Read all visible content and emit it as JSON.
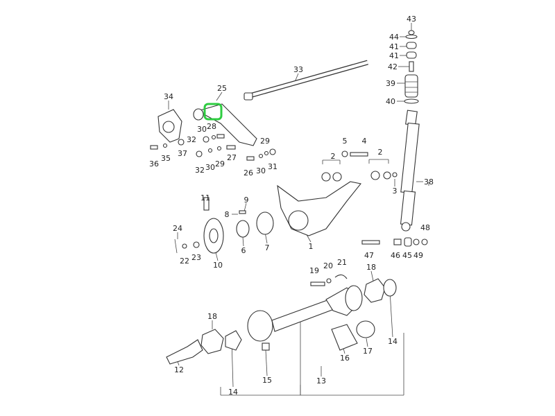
{
  "diagram": {
    "title": "Rear suspension and drive shaft exploded parts diagram",
    "highlight_color": "#2ecc40",
    "callouts": [
      "43",
      "44",
      "41",
      "41",
      "42",
      "39",
      "40",
      "33",
      "25",
      "34",
      "28",
      "30",
      "32",
      "29",
      "36",
      "35",
      "37",
      "32",
      "30",
      "29",
      "27",
      "26",
      "30",
      "31",
      "5",
      "4",
      "2",
      "2",
      "3",
      "38",
      "11",
      "9",
      "8",
      "24",
      "22",
      "23",
      "10",
      "6",
      "7",
      "1",
      "47",
      "46",
      "45",
      "49",
      "48",
      "19",
      "20",
      "21",
      "18",
      "18",
      "12",
      "14",
      "15",
      "16",
      "17",
      "14",
      "13"
    ]
  }
}
